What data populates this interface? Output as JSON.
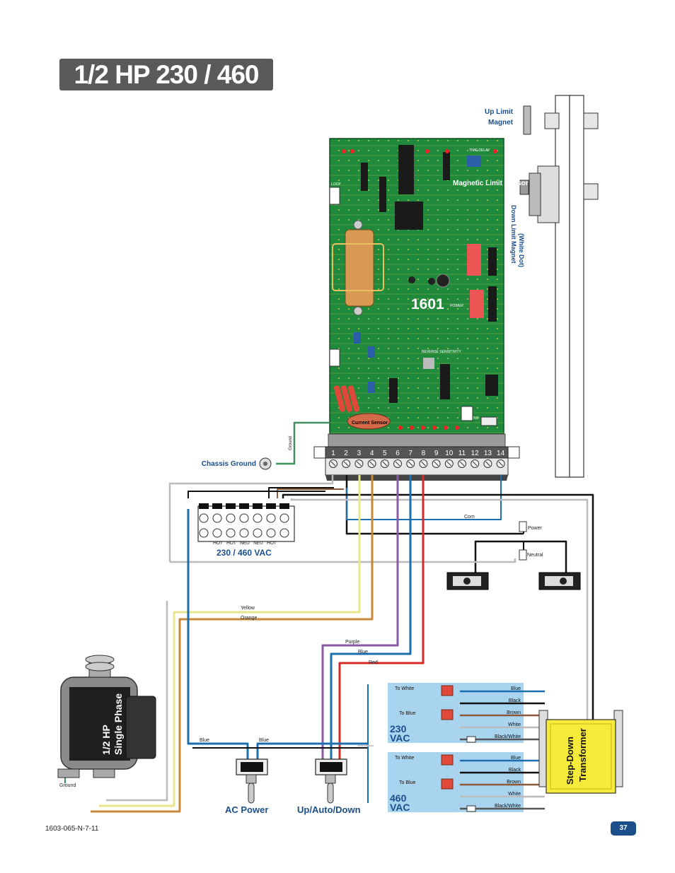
{
  "title": "1/2 HP 230 / 460 VAC",
  "footer_code": "1603-065-N-7-11",
  "page_number": "37",
  "board": {
    "model": "1601",
    "labels": {
      "time_delay": "TIME DELAY",
      "loop": "LOOP",
      "magnetic_limit_sensor": "Magnetic Limit Sensor",
      "power": "POWER",
      "reverse_sensitivity": "REVERSE SENSITIVITY",
      "current_sensor": "Current Sensor",
      "nc": "NC",
      "no": "NO"
    }
  },
  "terminals": [
    "1",
    "2",
    "3",
    "4",
    "5",
    "6",
    "7",
    "8",
    "9",
    "10",
    "11",
    "12",
    "13",
    "14"
  ],
  "labels": {
    "up_limit_magnet_1": "Up Limit",
    "up_limit_magnet_2": "Magnet",
    "down_limit_magnet_1": "Down Limit Magnet",
    "down_limit_magnet_2": "(White Dot)",
    "chassis_ground": "Chassis Ground",
    "ground_wire": "Ground",
    "power_block": "230 / 460 VAC",
    "com": "Com",
    "power": "Power",
    "neutral": "Neutral",
    "motor_1": "1/2 HP",
    "motor_2": "Single Phase",
    "motor_ground": "Ground",
    "ac_power": "AC Power",
    "up_auto_down": "Up/Auto/Down",
    "transformer_1": "Step-Down",
    "transformer_2": "Transformer"
  },
  "power_block_terminals": [
    "HOT",
    "HOT",
    "NEU",
    "NEU",
    "HOT"
  ],
  "wire_labels": {
    "yellow": "Yellow",
    "orange": "Orange",
    "purple": "Purple",
    "blue": "Blue",
    "red": "Red",
    "blue_left": "Blue",
    "blue_right": "Blue"
  },
  "transformer_panels": [
    {
      "voltage_1": "230",
      "voltage_2": "VAC",
      "to_white": "To White",
      "to_blue": "To Blue",
      "wires": [
        "Blue",
        "Black",
        "Brown",
        "White",
        "Black/White"
      ]
    },
    {
      "voltage_1": "460",
      "voltage_2": "VAC",
      "to_white": "To White",
      "to_blue": "To Blue",
      "wires": [
        "Blue",
        "Black",
        "Brown",
        "White",
        "Black/White"
      ]
    }
  ],
  "colors": {
    "board_green": "#1f8a3b",
    "title_bg": "#5a5a5a",
    "label_blue": "#1b4f8c",
    "panel_blue": "#a9d4ef",
    "transformer_yellow": "#f6ea3b",
    "wire_yellow": "#e8e58a",
    "wire_orange": "#c8883a",
    "wire_purple": "#8a5aa6",
    "wire_blue": "#1c6fae",
    "wire_red": "#d42a2a",
    "wire_brown": "#8a5a3a"
  }
}
